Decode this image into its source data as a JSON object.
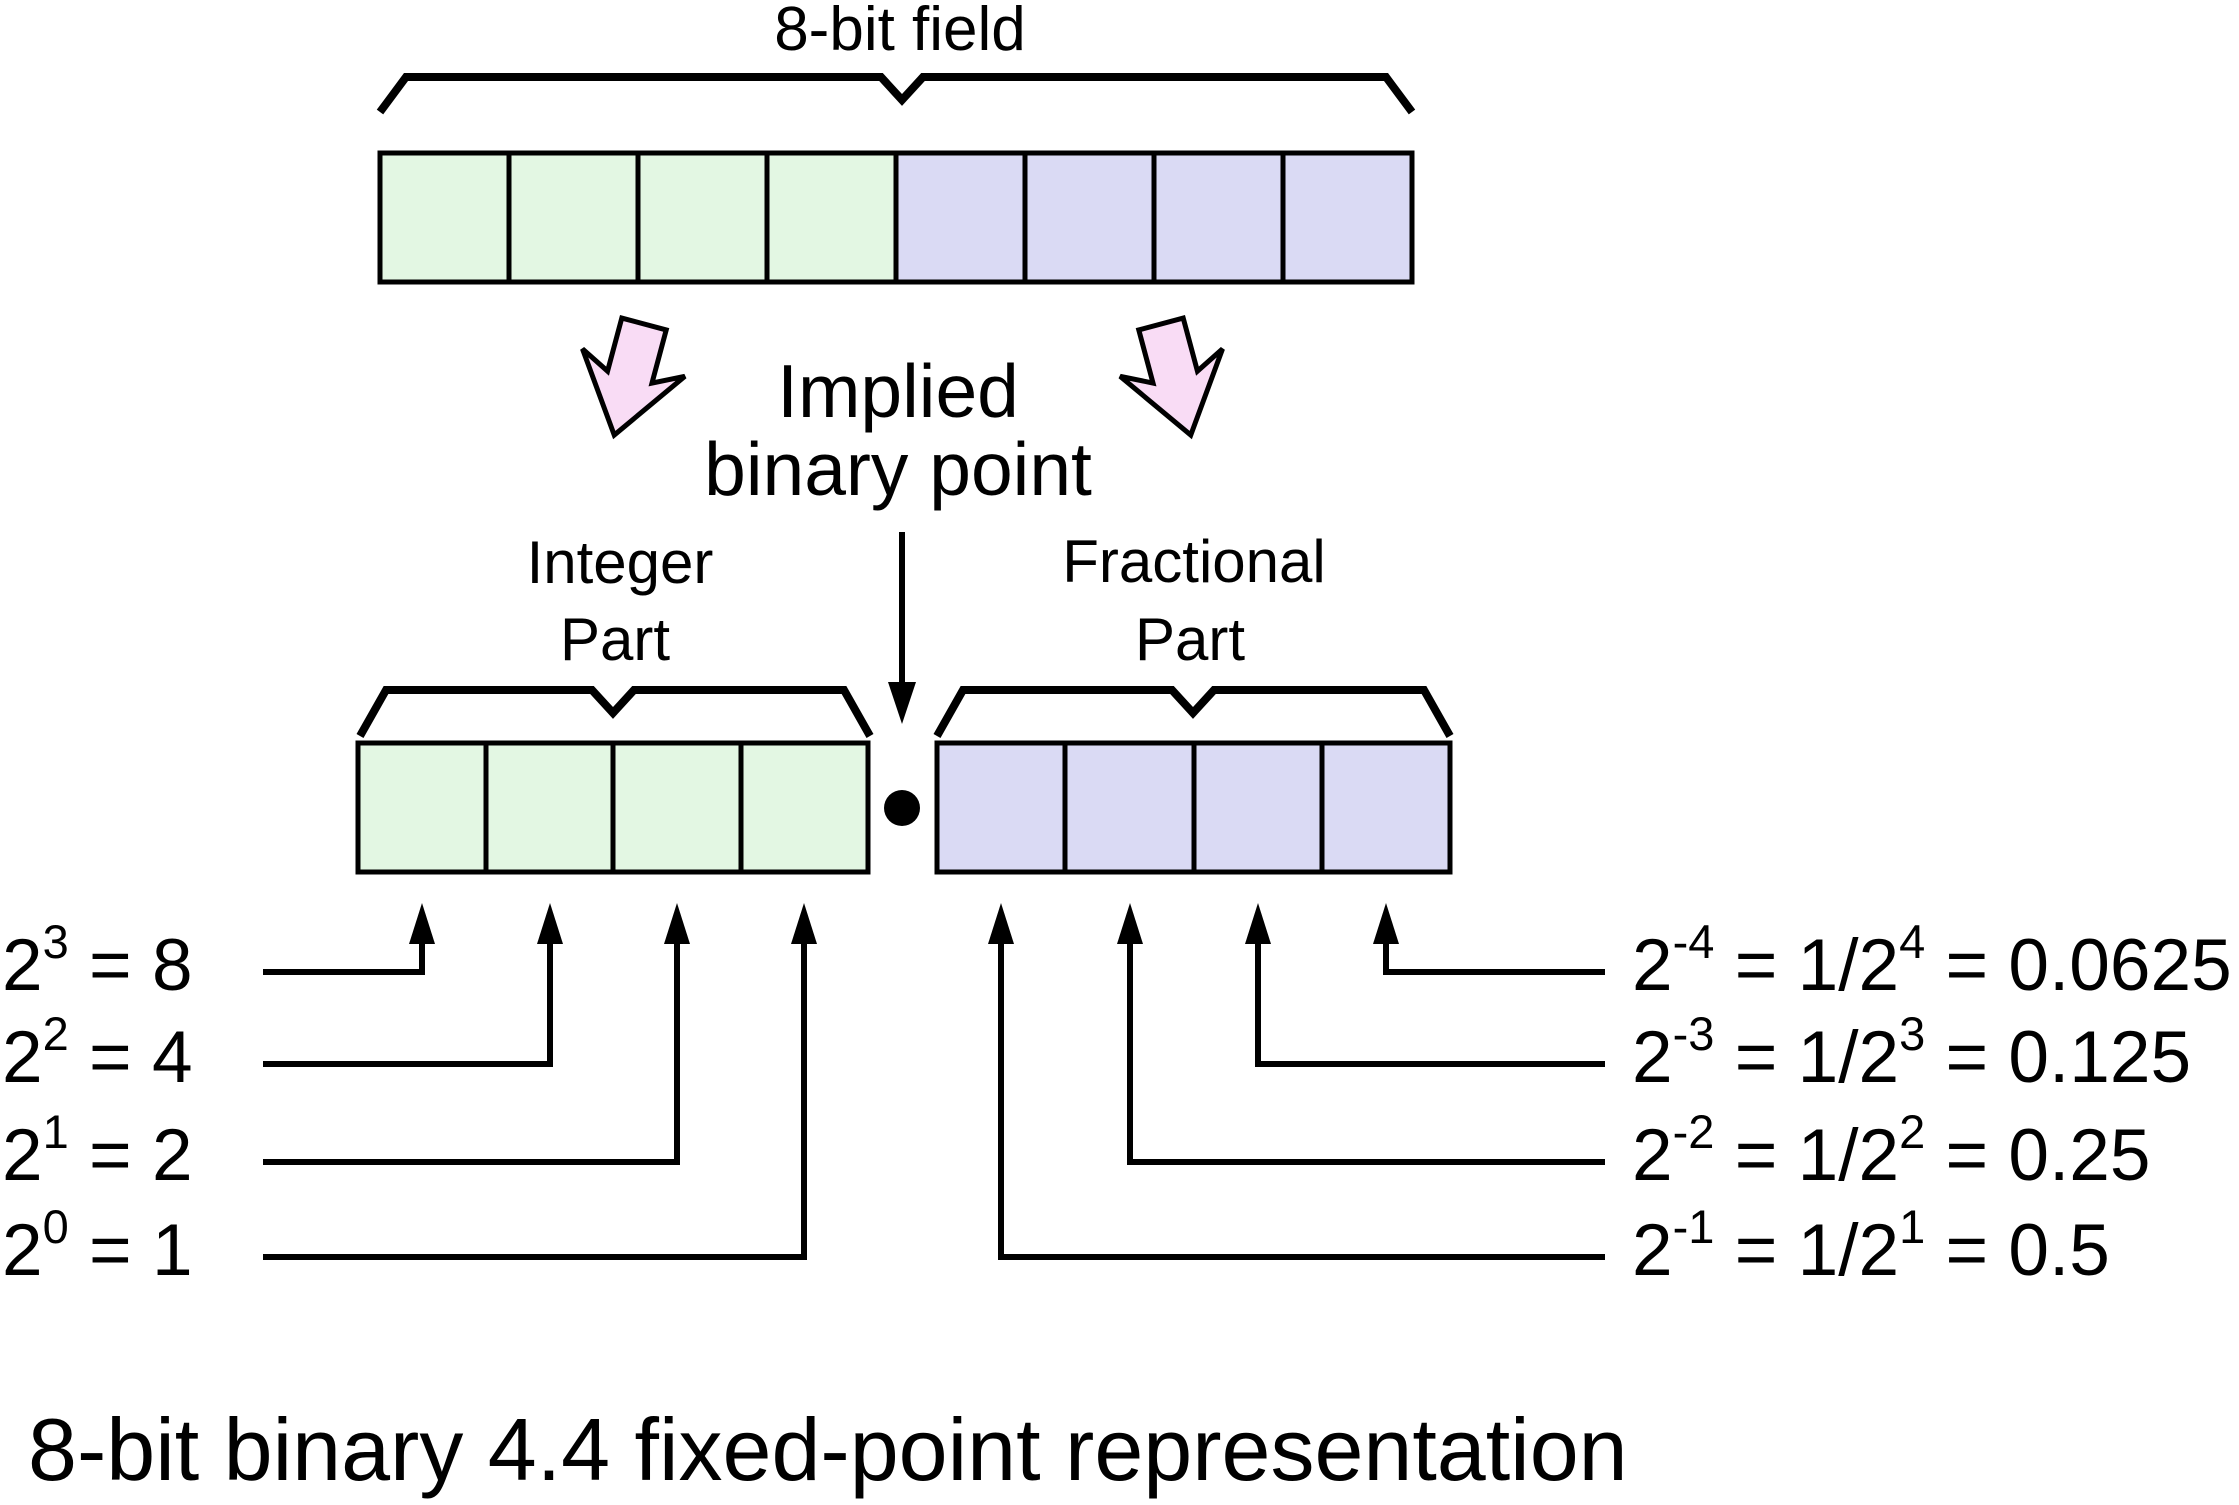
{
  "header": {
    "field_label": "8-bit field"
  },
  "implied": {
    "line1": "Implied",
    "line2": "binary point"
  },
  "integer_part": {
    "line1": "Integer",
    "line2": "Part"
  },
  "fractional_part": {
    "line1": "Fractional",
    "line2": "Part"
  },
  "left_labels": [
    {
      "base": "2",
      "exp": "3",
      "rest": " = 8"
    },
    {
      "base": "2",
      "exp": "2",
      "rest": " = 4"
    },
    {
      "base": "2",
      "exp": "1",
      "rest": " = 2"
    },
    {
      "base": "2",
      "exp": "0",
      "rest": " = 1"
    }
  ],
  "right_labels": [
    {
      "base": "2",
      "exp": "-4",
      "mid": " = 1/2",
      "exp2": "4",
      "rest": " = 0.0625"
    },
    {
      "base": "2",
      "exp": "-3",
      "mid": " = 1/2",
      "exp2": "3",
      "rest": " = 0.125"
    },
    {
      "base": "2",
      "exp": "-2",
      "mid": " = 1/2",
      "exp2": "2",
      "rest": " = 0.25"
    },
    {
      "base": "2",
      "exp": "-1",
      "mid": " = 1/2",
      "exp2": "1",
      "rest": " = 0.5"
    }
  ],
  "caption": "8-bit binary 4.4 fixed-point representation",
  "colors": {
    "green": "#e3f7e3",
    "purple": "#dadaf4",
    "pink": "#f9dcf5",
    "stroke": "#000000"
  }
}
